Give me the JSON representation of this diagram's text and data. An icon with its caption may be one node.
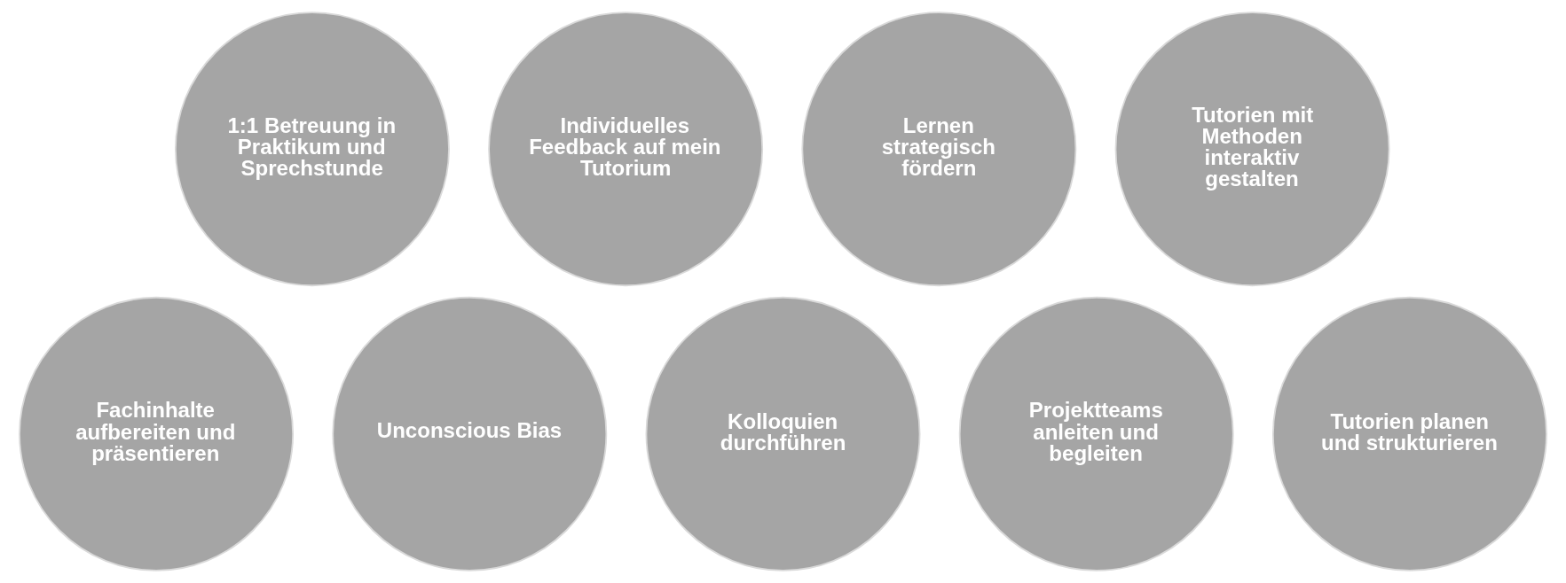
{
  "diagram": {
    "nodes": [
      {
        "text": [
          "1:1 Betreuung in Praktikum und Sprechstunde"
        ]
      },
      {
        "text": [
          "Individuelles Feedback auf mein Tutorium"
        ]
      },
      {
        "text": [
          "Lernen strategisch fördern"
        ]
      },
      {
        "text": [
          "Tutorien mit Methoden interaktiv gestalten"
        ]
      },
      {
        "text": [
          "Fachinhalte aufbereiten und präsentieren"
        ]
      },
      {
        "text": [
          "Unconscious Bias"
        ]
      },
      {
        "text": [
          "Kolloquien durchführen"
        ]
      },
      {
        "text": [
          "Projektteams anleiten und begleiten"
        ]
      },
      {
        "text": [
          "Tutorien planen und strukturieren"
        ]
      }
    ]
  }
}
